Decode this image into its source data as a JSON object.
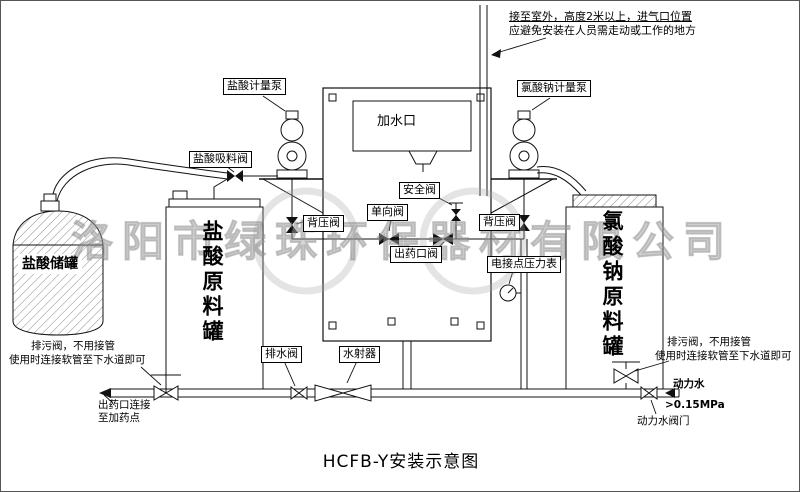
{
  "title": "HCFB-Y安装示意图",
  "watermark": "洛阳市绿珠环保器材有限公司",
  "vent_note": {
    "line1": "接至室外，高度2米以上，进气口位置",
    "line2": "应避免安装在人员需走动或工作的地方"
  },
  "labels": {
    "hcl_pump": "盐酸计量泵",
    "naclo3_pump": "氯酸钠计量泵",
    "hcl_suction_valve": "盐酸吸料阀",
    "water_inlet": "加水口",
    "safety_valve": "安全阀",
    "check_valve": "单向阀",
    "back_pressure_valve_left": "背压阀",
    "back_pressure_valve_right": "背压阀",
    "outlet_valve": "出药口阀",
    "pressure_gauge": "电接点压力表",
    "hcl_storage_tank": "盐酸储罐",
    "hcl_raw_tank": "盐酸原料罐",
    "naclo3_raw_tank": "氯酸钠原料罐",
    "drain_valve": "排水阀",
    "ejector": "水射器"
  },
  "notes": {
    "drain_left_line1": "排污阀，不用接管",
    "drain_left_line2": "使用时连接软管至下水道即可",
    "outlet_line1": "出药口连接",
    "outlet_line2": "至加药点",
    "drain_right_line1": "排污阀，不用接管",
    "drain_right_line2": "使用时连接软管至下水道即可",
    "power_water": "动力水",
    "power_water_pressure": ">0.15MPa",
    "power_water_valve": "动力水阀门"
  }
}
